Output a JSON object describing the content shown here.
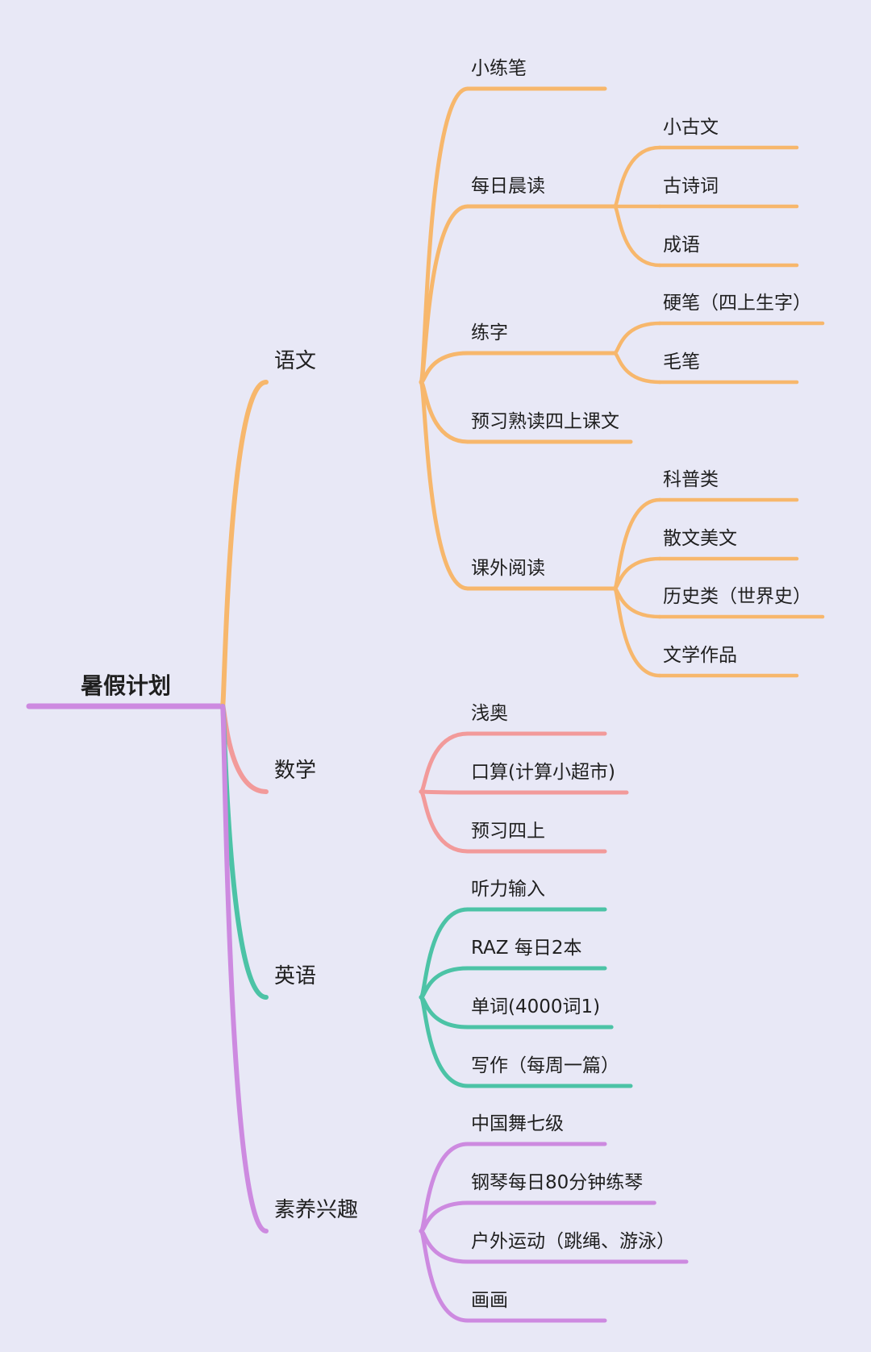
{
  "root": {
    "label": "暑假计划",
    "color": "#cd8ae0"
  },
  "branches": [
    {
      "label": "语文",
      "color": "#f7b76c",
      "children": [
        {
          "label": "小练笔",
          "children": []
        },
        {
          "label": "每日晨读",
          "children": [
            {
              "label": "小古文"
            },
            {
              "label": "古诗词"
            },
            {
              "label": "成语"
            }
          ]
        },
        {
          "label": "练字",
          "children": [
            {
              "label": "硬笔（四上生字）"
            },
            {
              "label": "毛笔"
            }
          ]
        },
        {
          "label": "预习熟读四上课文",
          "children": []
        },
        {
          "label": "课外阅读",
          "children": [
            {
              "label": "科普类"
            },
            {
              "label": "散文美文"
            },
            {
              "label": "历史类（世界史）"
            },
            {
              "label": "文学作品"
            }
          ]
        }
      ]
    },
    {
      "label": "数学",
      "color": "#f29a9a",
      "children": [
        {
          "label": "浅奥",
          "children": []
        },
        {
          "label": "口算(计算小超市)",
          "children": []
        },
        {
          "label": "预习四上",
          "children": []
        }
      ]
    },
    {
      "label": "英语",
      "color": "#4cc3a6",
      "children": [
        {
          "label": "听力输入",
          "children": []
        },
        {
          "label": "RAZ 每日2本",
          "children": []
        },
        {
          "label": "单词(4000词1)",
          "children": []
        },
        {
          "label": "写作（每周一篇）",
          "children": []
        }
      ]
    },
    {
      "label": "素养兴趣",
      "color": "#cd8ae0",
      "children": [
        {
          "label": "中国舞七级",
          "children": []
        },
        {
          "label": "钢琴每日80分钟练琴",
          "children": []
        },
        {
          "label": "户外运动（跳绳、游泳）",
          "children": []
        },
        {
          "label": "画画",
          "children": []
        }
      ]
    }
  ]
}
